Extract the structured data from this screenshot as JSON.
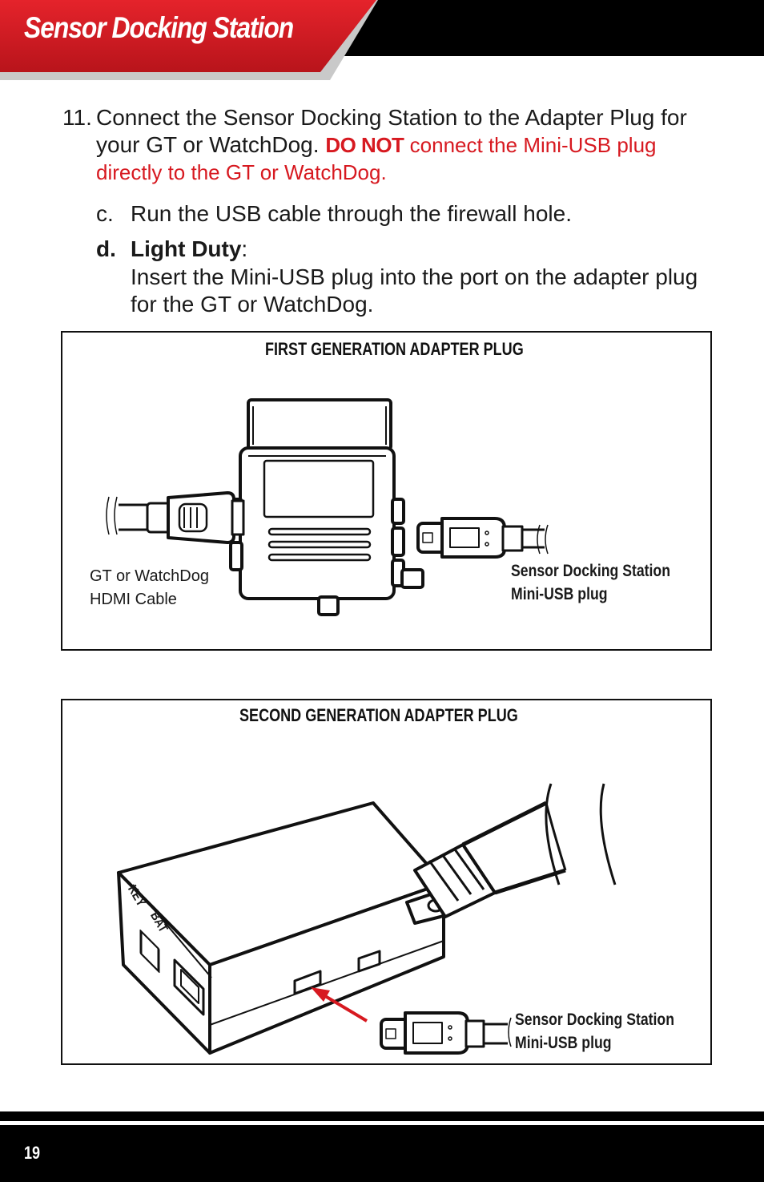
{
  "header": {
    "title": "Sensor Docking Station"
  },
  "step": {
    "number": "11.",
    "text": "Connect the Sensor Docking Station to the Adapter Plug for your GT or WatchDog.",
    "warning_strong": "DO NOT",
    "warning_text": "connect the Mini-USB plug directly to the GT or WatchDog."
  },
  "substep_c": {
    "letter": "c.",
    "text": "Run the USB cable through the firewall hole."
  },
  "substep_d": {
    "letter": "d.",
    "heading": "Light Duty",
    "text": "Insert the Mini-USB plug into the port on the adapter plug for the GT or WatchDog."
  },
  "figure1": {
    "title": "FIRST GENERATION ADAPTER PLUG",
    "left_caption_line1": "GT or WatchDog",
    "left_caption_line2": "HDMI Cable",
    "right_caption_line1": "Sensor Docking Station",
    "right_caption_line2": "Mini-USB plug"
  },
  "figure2": {
    "title": "SECOND GENERATION ADAPTER PLUG",
    "device_label_key": "KEY",
    "device_label_bat": "BAT",
    "caption_line1": "Sensor Docking Station",
    "caption_line2": "Mini-USB plug",
    "arrow_color": "#d71920"
  },
  "footer": {
    "page_number": "19"
  },
  "colors": {
    "brand_red": "#d71920",
    "header_black": "#000000"
  }
}
